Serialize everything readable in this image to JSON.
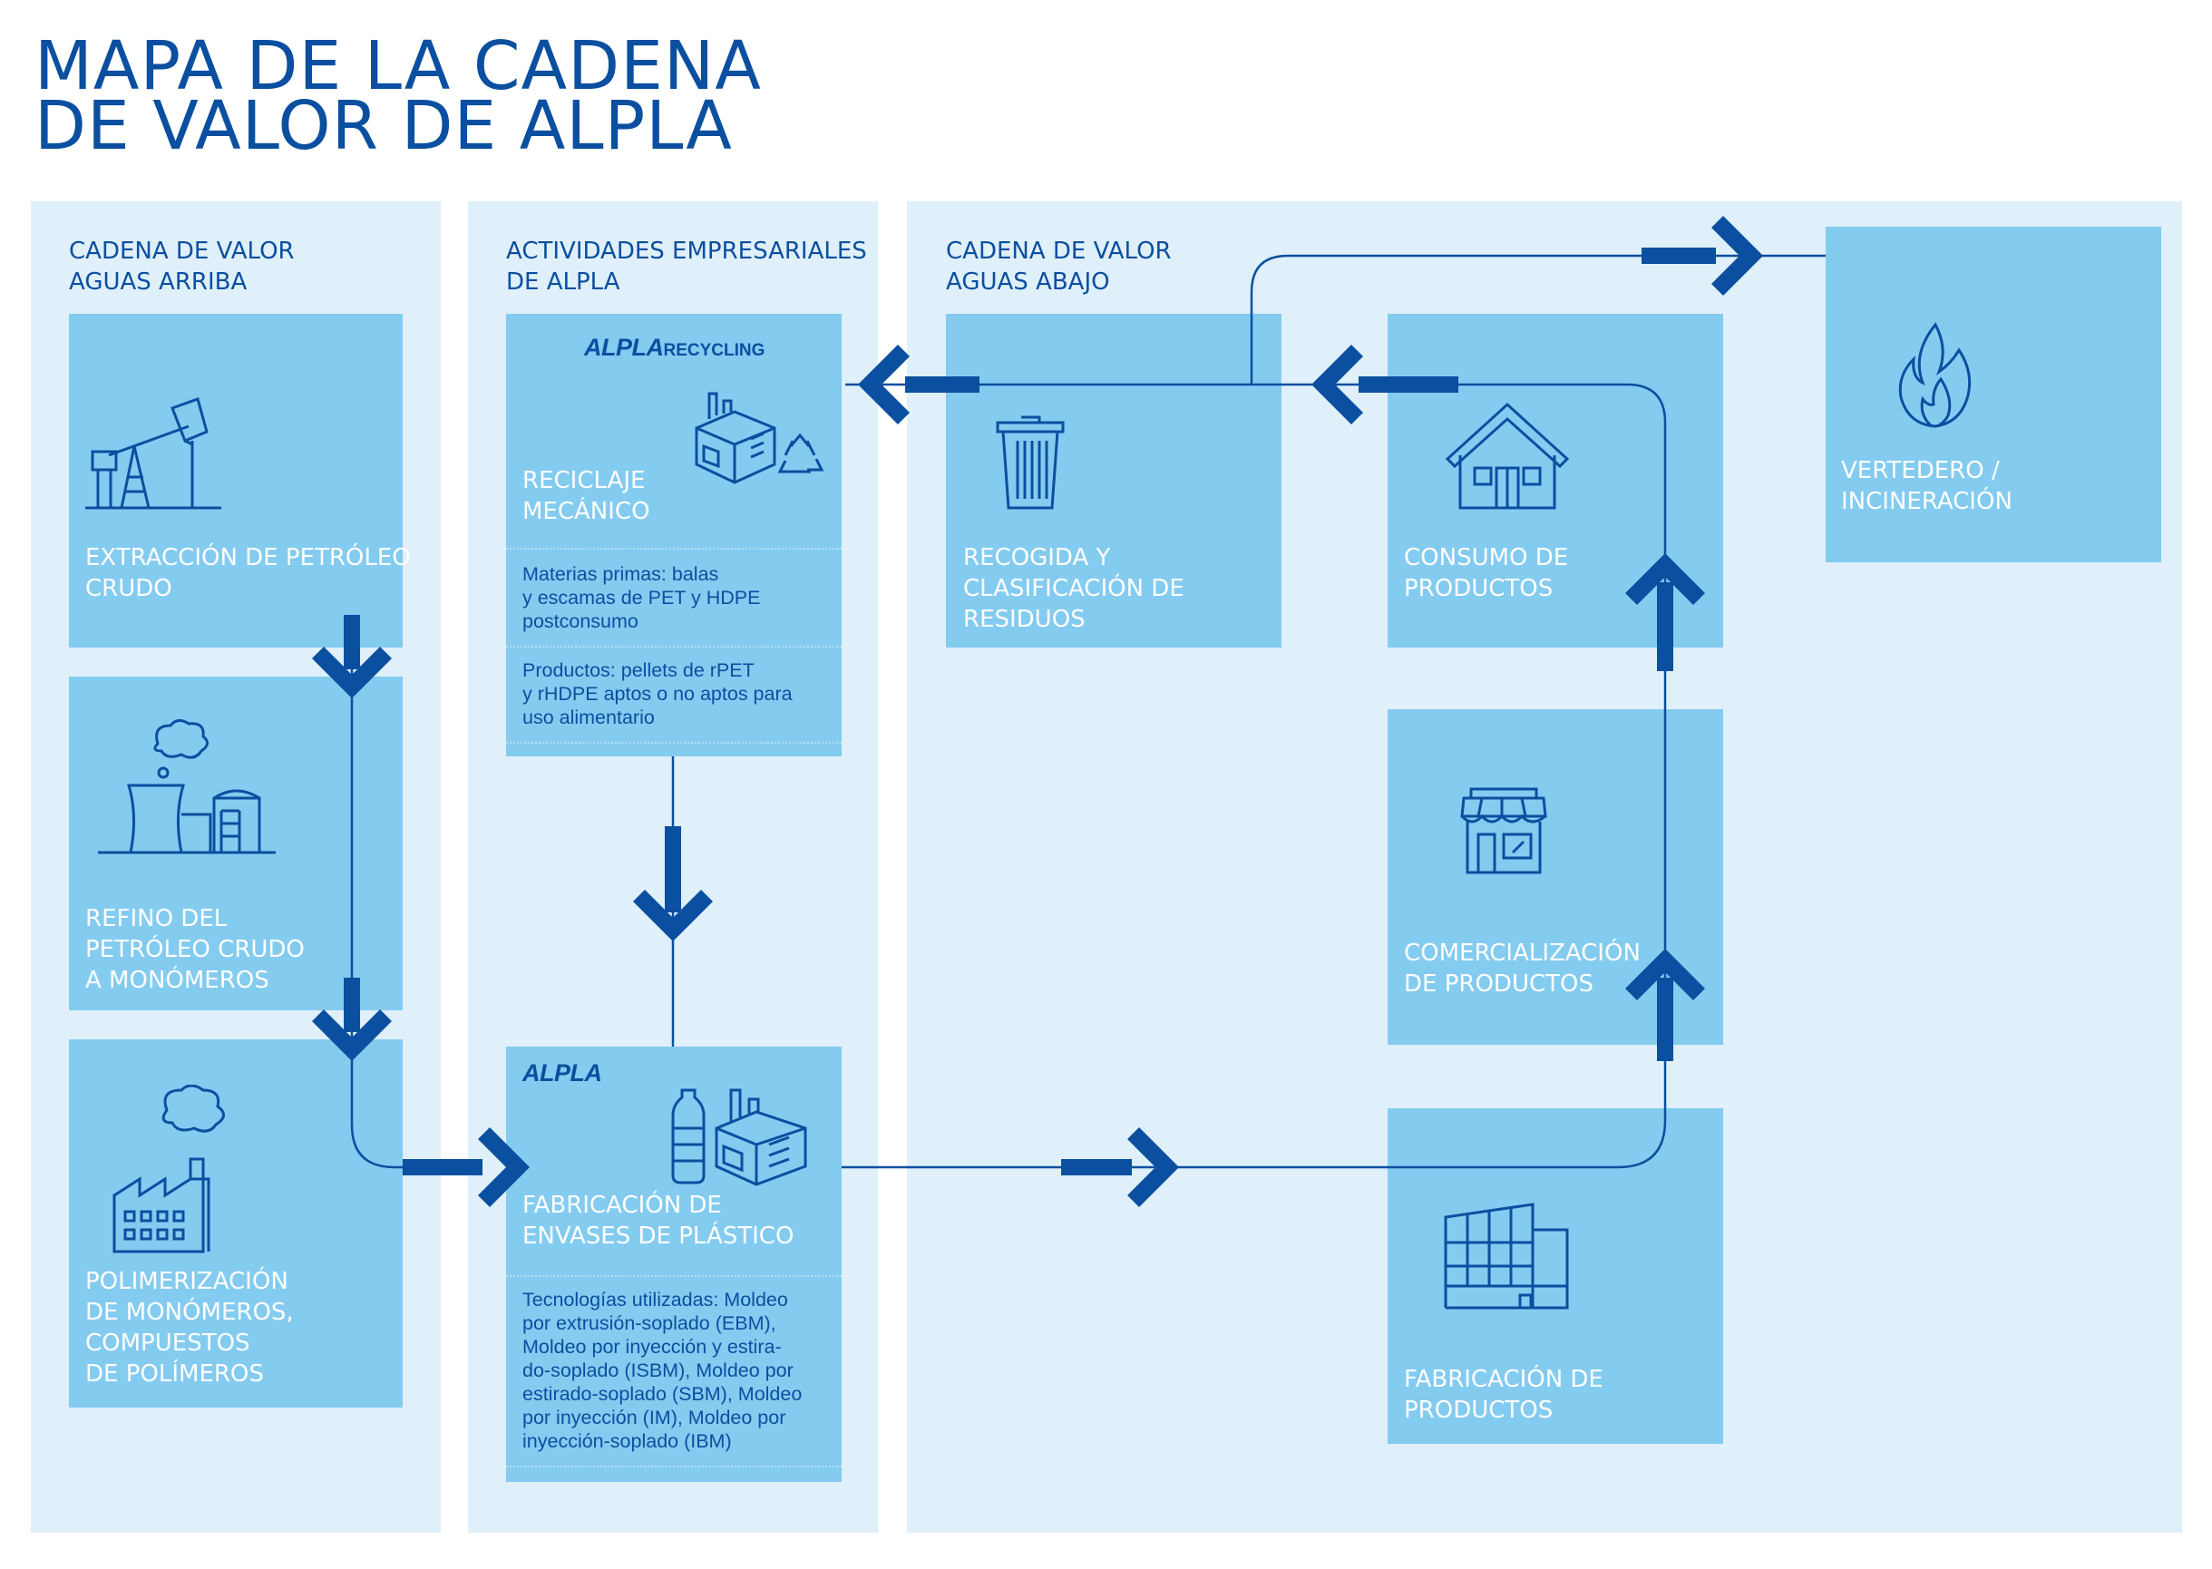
{
  "title": {
    "line1": "MAPA DE LA CADENA",
    "line2": "DE VALOR DE ALPLA"
  },
  "upstream": {
    "heading": [
      "CADENA DE VALOR",
      "AGUAS ARRIBA"
    ],
    "steps": [
      {
        "label": [
          "EXTRACCIÓN DE PETRÓLEO",
          "CRUDO"
        ],
        "icon": "oil-pump-icon"
      },
      {
        "label": [
          "REFINO DEL",
          "PETRÓLEO CRUDO",
          "A MONÓMEROS"
        ],
        "icon": "refinery-icon"
      },
      {
        "label": [
          "POLIMERIZACIÓN",
          "DE MONÓMEROS,",
          "COMPUESTOS",
          "DE POLÍMEROS"
        ],
        "icon": "factory-icon"
      }
    ]
  },
  "alpla": {
    "heading": [
      "ACTIVIDADES EMPRESARIALES",
      "DE ALPLA"
    ],
    "recycling": {
      "brand_main": "ALPLA",
      "brand_sub": "RECYCLING",
      "label": [
        "RECICLAJE",
        "MECÁNICO"
      ],
      "raw_materials": [
        "Materias primas: balas",
        "y escamas de PET y HDPE",
        "postconsumo"
      ],
      "products": [
        "Productos: pellets de rPET",
        "y rHDPE aptos o no aptos para",
        "uso alimentario"
      ]
    },
    "manufacturing": {
      "brand_main": "ALPLA",
      "label": [
        "FABRICACIÓN DE",
        "ENVASES DE PLÁSTICO"
      ],
      "technologies": [
        "Tecnologías utilizadas: Moldeo",
        "por extrusión-soplado (EBM),",
        "Moldeo por inyección y estira-",
        "do-soplado (ISBM), Moldeo por",
        "estirado-soplado (SBM), Moldeo",
        "por inyección (IM), Moldeo por",
        "inyección-soplado (IBM)"
      ]
    }
  },
  "downstream": {
    "heading": [
      "CADENA DE VALOR",
      "AGUAS ABAJO"
    ],
    "waste": {
      "label": [
        "RECOGIDA Y",
        "CLASIFICACIÓN DE",
        "RESIDUOS"
      ],
      "icon": "trash-can-icon"
    },
    "consumption": {
      "label": [
        "CONSUMO DE",
        "PRODUCTOS"
      ],
      "icon": "house-icon"
    },
    "landfill": {
      "label": [
        "VERTEDERO /",
        "INCINERACIÓN"
      ],
      "icon": "flame-icon"
    },
    "commercialization": {
      "label": [
        "COMERCIALIZACIÓN",
        "DE PRODUCTOS"
      ],
      "icon": "shop-icon"
    },
    "product_manufacturing": {
      "label": [
        "FABRICACIÓN DE",
        "PRODUCTOS"
      ],
      "icon": "factory-building-icon"
    }
  },
  "colors": {
    "panel": "#dff0fb",
    "box": "#84cbf0",
    "accent": "#0b4fa0",
    "text_on_box": "#ffffff"
  }
}
